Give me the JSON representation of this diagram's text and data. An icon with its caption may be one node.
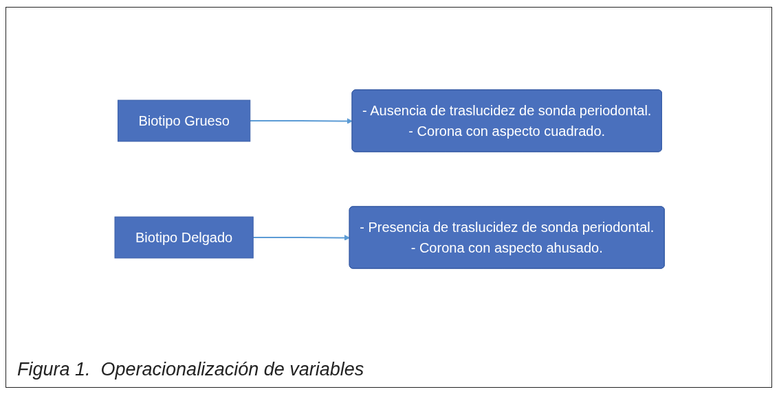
{
  "diagram": {
    "caption": "Figura 1.  Operacionalización de variables",
    "nodes": [
      {
        "text": [
          "Biotipo Grueso"
        ]
      },
      {
        "text": [
          "- Ausencia de traslucidez de sonda periodontal.",
          "- Corona con aspecto cuadrado."
        ]
      },
      {
        "text": [
          "Biotipo Delgado"
        ]
      },
      {
        "text": [
          "- Presencia de traslucidez de sonda periodontal.",
          "- Corona con aspecto ahusado."
        ]
      }
    ],
    "edges": [
      {
        "from": 0,
        "to": 1,
        "arrow": "to"
      },
      {
        "from": 2,
        "to": 3,
        "arrow": "to"
      }
    ]
  }
}
